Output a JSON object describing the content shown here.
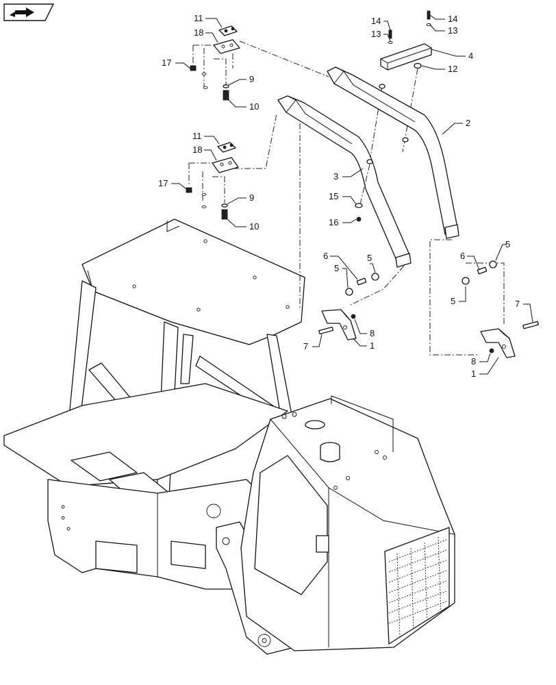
{
  "nav_icon": {
    "name": "book-arrow-icon"
  },
  "callouts": [
    {
      "id": "c11a",
      "text": "11"
    },
    {
      "id": "c18a",
      "text": "18"
    },
    {
      "id": "c17a",
      "text": "17"
    },
    {
      "id": "c9a",
      "text": "9"
    },
    {
      "id": "c10a",
      "text": "10"
    },
    {
      "id": "c11b",
      "text": "11"
    },
    {
      "id": "c18b",
      "text": "18"
    },
    {
      "id": "c17b",
      "text": "17"
    },
    {
      "id": "c9b",
      "text": "9"
    },
    {
      "id": "c10b",
      "text": "10"
    },
    {
      "id": "c14a",
      "text": "14"
    },
    {
      "id": "c13a",
      "text": "13"
    },
    {
      "id": "c14b",
      "text": "14"
    },
    {
      "id": "c13b",
      "text": "13"
    },
    {
      "id": "c4",
      "text": "4"
    },
    {
      "id": "c12",
      "text": "12"
    },
    {
      "id": "c2",
      "text": "2"
    },
    {
      "id": "c3",
      "text": "3"
    },
    {
      "id": "c15",
      "text": "15"
    },
    {
      "id": "c16",
      "text": "16"
    },
    {
      "id": "c6a",
      "text": "6"
    },
    {
      "id": "c5a",
      "text": "5"
    },
    {
      "id": "c5b",
      "text": "5"
    },
    {
      "id": "c8a",
      "text": "8"
    },
    {
      "id": "c7a",
      "text": "7"
    },
    {
      "id": "c1a",
      "text": "1"
    },
    {
      "id": "c6b",
      "text": "6"
    },
    {
      "id": "c5c",
      "text": "5"
    },
    {
      "id": "c5d",
      "text": "5"
    },
    {
      "id": "c7b",
      "text": "7"
    },
    {
      "id": "c8b",
      "text": "8"
    },
    {
      "id": "c1b",
      "text": "1"
    }
  ]
}
